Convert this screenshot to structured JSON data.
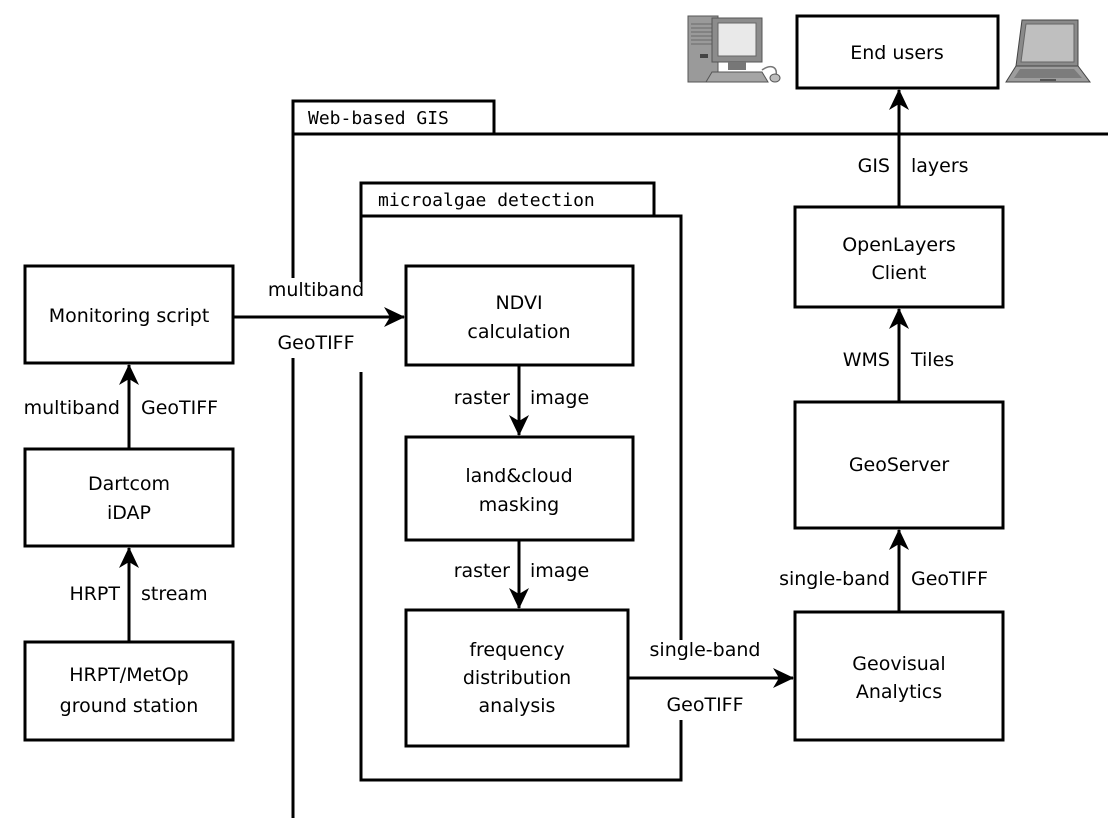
{
  "containers": {
    "web_gis": "Web-based GIS",
    "microalgae": "microalgae detection"
  },
  "nodes": {
    "ground_station": [
      "HRPT/MetOp",
      "ground station"
    ],
    "dartcom": [
      "Dartcom",
      "iDAP"
    ],
    "monitoring": [
      "Monitoring script"
    ],
    "ndvi": [
      "NDVI",
      "calculation"
    ],
    "masking": [
      "land&cloud",
      "masking"
    ],
    "frequency": [
      "frequency",
      "distribution",
      "analysis"
    ],
    "geovisual": [
      "Geovisual",
      "Analytics"
    ],
    "geoserver": [
      "GeoServer"
    ],
    "openlayers": [
      "OpenLayers",
      "Client"
    ],
    "end_users": [
      "End users"
    ]
  },
  "edges": {
    "station_to_dartcom": [
      "HRPT",
      "stream"
    ],
    "dartcom_to_monitoring": [
      "multiband",
      "GeoTIFF"
    ],
    "monitoring_to_ndvi": [
      "multiband",
      "GeoTIFF"
    ],
    "ndvi_to_masking": [
      "raster",
      "image"
    ],
    "masking_to_frequency": [
      "raster",
      "image"
    ],
    "frequency_to_geovisual": [
      "single-band",
      "GeoTIFF"
    ],
    "geovisual_to_geoserver": [
      "single-band",
      "GeoTIFF"
    ],
    "geoserver_to_openlayers": [
      "WMS",
      "Tiles"
    ],
    "openlayers_to_users": [
      "GIS",
      "layers"
    ]
  },
  "icons": [
    "desktop-computer-icon",
    "laptop-icon"
  ],
  "colors": {
    "line": "#000000",
    "background": "#ffffff",
    "device_grey": "#8c8c8c"
  }
}
